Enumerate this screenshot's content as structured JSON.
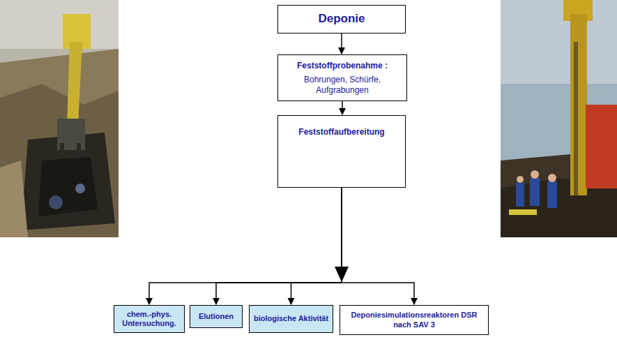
{
  "diagram": {
    "nodes": [
      {
        "text": [
          "Deponie"
        ]
      },
      {
        "text": [
          "Feststoffprobenahme :",
          "Bohrungen, Schürfe, Aufgrabungen"
        ]
      },
      {
        "text": [
          "Feststoffaufbereitung"
        ]
      },
      {
        "text": [
          "chem.-phys. Untersuchung."
        ]
      },
      {
        "text": [
          "Elutionen"
        ]
      },
      {
        "text": [
          "biologische Aktivität"
        ]
      },
      {
        "text": [
          "Deponiesimulationsreaktoren DSR nach SAV 3"
        ]
      }
    ],
    "edges": [
      {
        "from": 0,
        "to": 1,
        "arrow": "to"
      },
      {
        "from": 1,
        "to": 2,
        "arrow": "to"
      },
      {
        "from": 2,
        "to": 3,
        "arrow": "to"
      },
      {
        "from": 2,
        "to": 4,
        "arrow": "to"
      },
      {
        "from": 2,
        "to": 5,
        "arrow": "to"
      },
      {
        "from": 2,
        "to": 6,
        "arrow": "to"
      }
    ]
  }
}
